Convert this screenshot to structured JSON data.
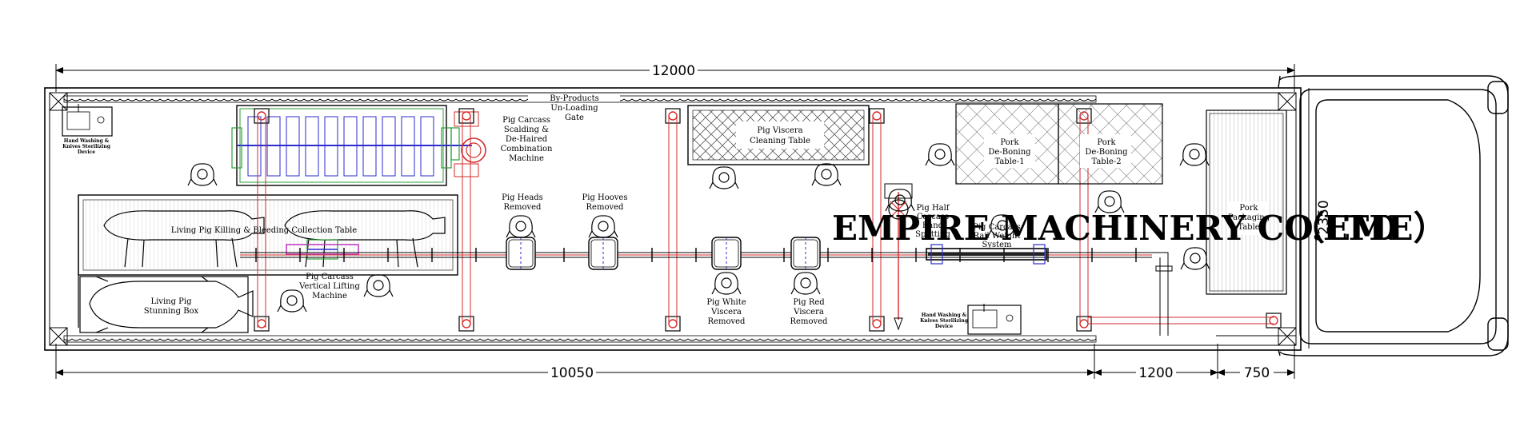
{
  "dimensions": {
    "overall_length": "12000",
    "section_a": "10050",
    "section_b": "1200",
    "section_c": "750",
    "width": "2350"
  },
  "labels": {
    "byproducts_gate": [
      "By-Products",
      "Un-Loading",
      "Gate"
    ],
    "scalding_machine": [
      "Pig Carcass",
      "Scalding &",
      "De-Haired",
      "Combination",
      "Machine"
    ],
    "hand_washing_left": [
      "Hand Washing &",
      "Knives Sterilizing",
      "Device"
    ],
    "killing_table": [
      "Living Pig Killing & Bleeding Collection Table"
    ],
    "stunning_box": [
      "Living Pig",
      "Stunning Box"
    ],
    "lifting_machine": [
      "Pig Carcass",
      "Vertical Lifting",
      "Machine"
    ],
    "heads_removed": [
      "Pig Heads",
      "Removed"
    ],
    "hooves_removed": [
      "Pig Hooves",
      "Removed"
    ],
    "viscera_table": [
      "Pig Viscera",
      "Cleaning Table"
    ],
    "white_viscera": [
      "Pig White",
      "Viscera",
      "Removed"
    ],
    "red_viscera": [
      "Pig Red",
      "Viscera",
      "Removed"
    ],
    "half_splitting": [
      "Pig Half",
      "Carcass",
      "Band",
      "Splitting"
    ],
    "rail_system": [
      "Pig Carcass",
      "Rail Weight",
      "System"
    ],
    "hand_washing_right": [
      "Hand Washing &",
      "Knives Sterilizing",
      "Device"
    ],
    "deboning_1": [
      "Pork",
      "De-Boning",
      "Table-1"
    ],
    "deboning_2": [
      "Pork",
      "De-Boning",
      "Table-2"
    ],
    "packaging": [
      "Pork",
      "Packaging",
      "Table"
    ]
  },
  "watermark": {
    "text_a": "EMPIRE MACHINERY CO.LTD",
    "text_b": "（EME）",
    "color_a": "#F2B705",
    "color_b": "#7B2C7E"
  },
  "colors": {
    "line": "#000000",
    "rail_red": "#D42B2B",
    "machine_blue": "#2B2BCF",
    "machine_green": "#2E9E3A",
    "lifting_magenta": "#C43FC4"
  }
}
